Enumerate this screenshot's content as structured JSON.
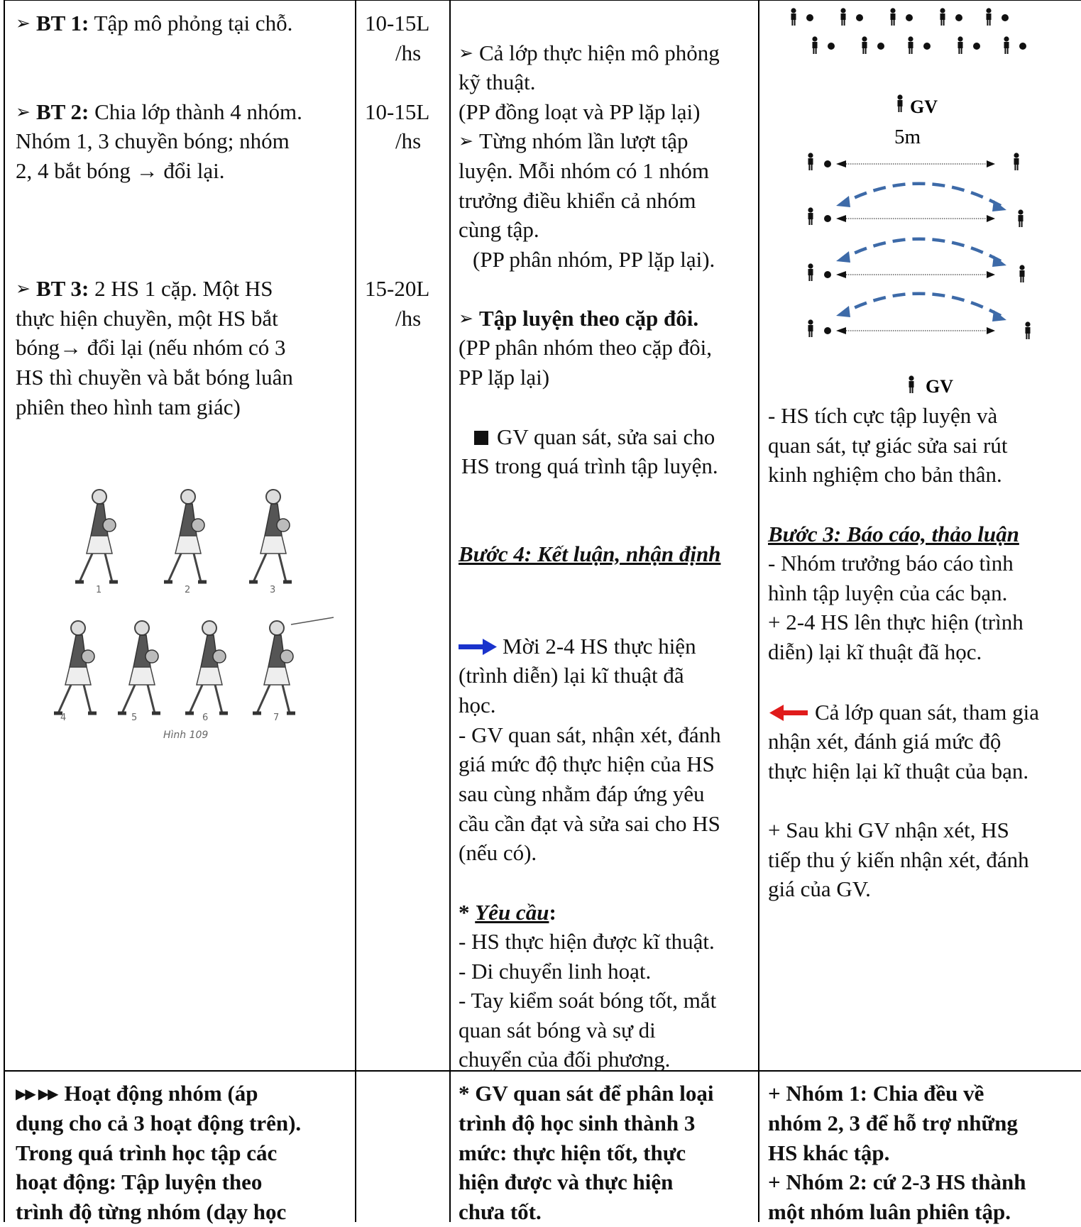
{
  "col1": {
    "bt1_label": "BT 1:",
    "bt1_text": " Tập mô phỏng tại chỗ.",
    "bt2_label": "BT 2:",
    "bt2_line1": " Chia lớp thành 4 nhóm.",
    "bt2_line2": "Nhóm 1, 3 chuyền bóng; nhóm",
    "bt2_line3": "2, 4 bắt bóng → đổi lại.",
    "bt3_label": "BT 3:",
    "bt3_line1": "  2 HS 1 cặp. Một HS",
    "bt3_line2": "thực hiện chuyền, một HS bắt",
    "bt3_line3": "bóng→ đổi lại (nếu nhóm có 3",
    "bt3_line4": "HS thì chuyền và bắt bóng luân",
    "bt3_line5": "phiên theo hình tam giác)",
    "figure_caption": "Hình 109",
    "figure_numbers": [
      "1",
      "2",
      "3",
      "4",
      "5",
      "6",
      "7"
    ]
  },
  "col2": {
    "r1a": "10-15L",
    "r1b": "/hs",
    "r2a": "10-15L",
    "r2b": "/hs",
    "r3a": "15-20L",
    "r3b": "/hs"
  },
  "col3": {
    "l1": "Cả lớp thực hiện mô phỏng",
    "l2": "kỹ thuật.",
    "l3": "(PP đồng loạt và PP lặp lại)",
    "l4": "Từng nhóm lần lượt tập",
    "l5": "luyện. Mỗi nhóm có 1 nhóm",
    "l6": "trưởng điều khiển cả nhóm",
    "l7": "cùng tập.",
    "l8": "(PP phân nhóm, PP lặp lại).",
    "l9": "Tập luyện theo cặp đôi.",
    "l10": "(PP phân nhóm theo cặp đôi,",
    "l11": "PP lặp lại)",
    "l12": "GV quan sát, sửa sai cho",
    "l13": "HS trong quá trình tập luyện.",
    "step4": "Bước 4: Kết luận, nhận định",
    "l14": "Mời 2-4 HS thực hiện",
    "l15": "(trình diễn) lại kĩ thuật đã",
    "l16": "học.",
    "l17": "- GV quan sát, nhận xét, đánh",
    "l18": "giá mức độ thực hiện của HS",
    "l19": "sau cùng nhằm đáp ứng yêu",
    "l20": "cầu cần đạt và sửa sai cho HS",
    "l21": " (nếu có).",
    "req_star": "* ",
    "req_label": "Yêu cầu",
    "req_colon": ":",
    "l22": "- HS thực hiện được kĩ thuật.",
    "l23": "- Di chuyển linh hoạt.",
    "l24": "- Tay kiểm soát bóng tốt, mắt",
    "l25": "quan sát bóng và sự di",
    "l26": "chuyển của đối phương."
  },
  "col4": {
    "gv1": "GV",
    "distance": "5m",
    "gv2": "GV",
    "l1": "  - HS tích cực tập luyện và",
    "l2": "quan sát, tự giác sửa sai rút",
    "l3": "kinh nghiệm cho bản thân.",
    "step3": "Bước 3: Báo cáo, thảo luận",
    "l4": "- Nhóm trưởng báo cáo tình",
    "l5": "hình tập luyện của các bạn.",
    "l6": "+ 2-4 HS lên thực hiện (trình",
    "l7": "diễn) lại kĩ thuật đã học.",
    "l8": "Cả lớp quan sát, tham gia",
    "l9": "nhận xét, đánh giá mức độ",
    "l10": "thực hiện lại kĩ thuật của bạn.",
    "l11": "+ Sau khi GV nhận xét, HS",
    "l12": "tiếp thu ý kiến nhận xét, đánh",
    "l13": "giá của GV."
  },
  "bottom": {
    "c1_l1": "Hoạt động nhóm (áp",
    "c1_l2": "dụng cho cả 3 hoạt động trên).",
    "c1_l3": "Trong quá trình học tập các",
    "c1_l4": "hoạt động: Tập luyện theo",
    "c1_l5": "trình độ từng nhóm (dạy học",
    "c3_l1": "* GV quan sát để phân loại",
    "c3_l2": "trình độ học sinh thành 3",
    "c3_l3": "mức: thực hiện tốt, thực",
    "c3_l4": "hiện được và thực hiện",
    "c3_l5": "chưa tốt.",
    "c4_l1": "+ Nhóm 1: Chia đều về",
    "c4_l2": "nhóm 2, 3 để hỗ trợ những",
    "c4_l3": "HS khác tập.",
    "c4_l4": "+ Nhóm 2: cứ 2-3 HS thành",
    "c4_l5": "một nhóm luân phiên tập."
  },
  "colors": {
    "blue_arrow": "#1a33cc",
    "red_arrow": "#e01b1b",
    "dash_arrow": "#3d6aa8"
  },
  "icons": [
    "bullet-triangle-icon",
    "double-play-icon",
    "person-icon",
    "ball-icon",
    "square-bullet-icon"
  ]
}
